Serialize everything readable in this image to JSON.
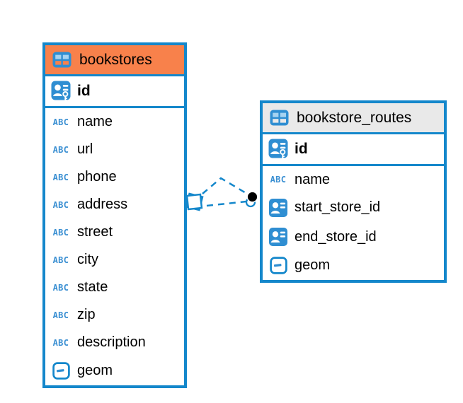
{
  "colors": {
    "accent_blue": "#1487cb",
    "icon_blue": "#2f8ed2",
    "icon_cell_light_blue": "#a6d3f1",
    "bookstores_header_orange": "#f8814b",
    "routes_header_gray": "#e9e9e9",
    "text": "#000000",
    "relationship_dot": "#000000"
  },
  "icons": {
    "text_type_label": "ABC",
    "table_icon": "table-grid",
    "primary_key_icon": "person-key",
    "foreign_key_icon": "person-card",
    "geometry_icon": "dash-box",
    "source_marker": "stacked-squares",
    "target_marker": "black-dot"
  },
  "tables": [
    {
      "title": "bookstores",
      "header_style": "orange",
      "primary_key": {
        "name": "id"
      },
      "fields": [
        {
          "name": "name",
          "type": "text"
        },
        {
          "name": "url",
          "type": "text"
        },
        {
          "name": "phone",
          "type": "text"
        },
        {
          "name": "address",
          "type": "text"
        },
        {
          "name": "street",
          "type": "text"
        },
        {
          "name": "city",
          "type": "text"
        },
        {
          "name": "state",
          "type": "text"
        },
        {
          "name": "zip",
          "type": "text"
        },
        {
          "name": "description",
          "type": "text"
        },
        {
          "name": "geom",
          "type": "geometry"
        }
      ]
    },
    {
      "title": "bookstore_routes",
      "header_style": "gray",
      "primary_key": {
        "name": "id"
      },
      "fields": [
        {
          "name": "name",
          "type": "text"
        },
        {
          "name": "start_store_id",
          "type": "foreign-key"
        },
        {
          "name": "end_store_id",
          "type": "foreign-key"
        },
        {
          "name": "geom",
          "type": "geometry"
        }
      ]
    }
  ],
  "relationship": {
    "style": "dashed",
    "line_count": 2,
    "source_marker": "stacked-squares",
    "target_marker": "black-dot"
  }
}
